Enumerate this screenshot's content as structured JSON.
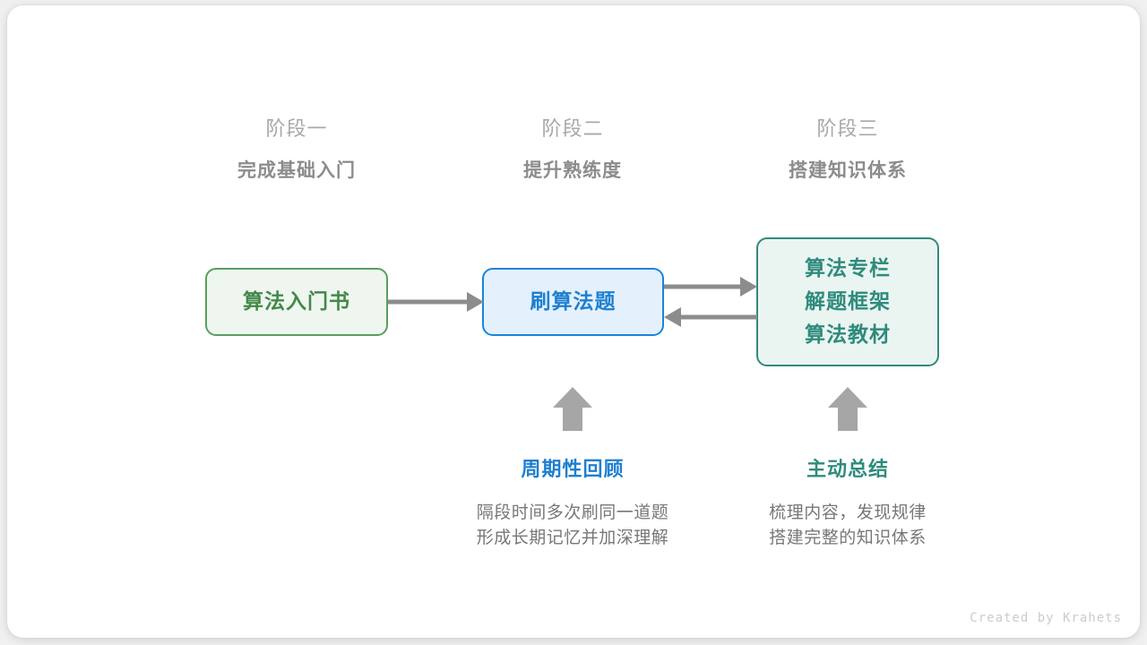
{
  "canvas": {
    "background_color": "#ffffff",
    "page_background_color": "#f0f0f0"
  },
  "stages": [
    {
      "index_label": "阶段一",
      "title": "完成基础入门"
    },
    {
      "index_label": "阶段二",
      "title": "提升熟练度"
    },
    {
      "index_label": "阶段三",
      "title": "搭建知识体系"
    }
  ],
  "nodes": [
    {
      "id": "book",
      "lines": [
        "算法入门书"
      ],
      "fill": "#eff6ef",
      "border": "#5a9e5e",
      "text_color": "#43894a"
    },
    {
      "id": "practice",
      "lines": [
        "刷算法题"
      ],
      "fill": "#e4f1fd",
      "border": "#1a84dd",
      "text_color": "#1f7fd0"
    },
    {
      "id": "resources",
      "lines": [
        "算法专栏",
        "解题框架",
        "算法教材"
      ],
      "fill": "#eaf5f2",
      "border": "#33897c",
      "text_color": "#2f8b7c"
    }
  ],
  "arrows": {
    "color": "#8c8c8c",
    "up_color": "#a6a6a6",
    "items": [
      {
        "name": "book-to-practice",
        "direction": "right"
      },
      {
        "name": "practice-to-resources",
        "direction": "right"
      },
      {
        "name": "resources-to-practice",
        "direction": "left"
      },
      {
        "name": "review-up",
        "direction": "up"
      },
      {
        "name": "summary-up",
        "direction": "up"
      }
    ]
  },
  "annotations": [
    {
      "id": "review",
      "title": "周期性回顾",
      "title_color": "#1f7fd0",
      "desc_line1": "隔段时间多次刷同一道题",
      "desc_line2": "形成长期记忆并加深理解"
    },
    {
      "id": "summary",
      "title": "主动总结",
      "title_color": "#2f8b7c",
      "desc_line1": "梳理内容，发现规律",
      "desc_line2": "搭建完整的知识体系"
    }
  ],
  "credit": "Created by Krahets"
}
